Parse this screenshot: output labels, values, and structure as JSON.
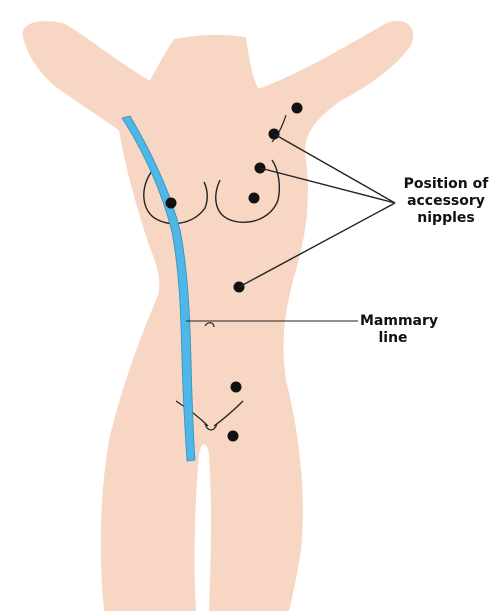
{
  "colors": {
    "skin": "#F7D7C4",
    "outline": "#222222",
    "mammary_line": "#4FB7E6",
    "nipple": "#111111",
    "background": "#FFFFFF"
  },
  "labels": {
    "accessory_line1": "Position of",
    "accessory_line2": "accessory",
    "accessory_line3": "nipples",
    "mammary_line1": "Mammary",
    "mammary_line2": "line"
  }
}
